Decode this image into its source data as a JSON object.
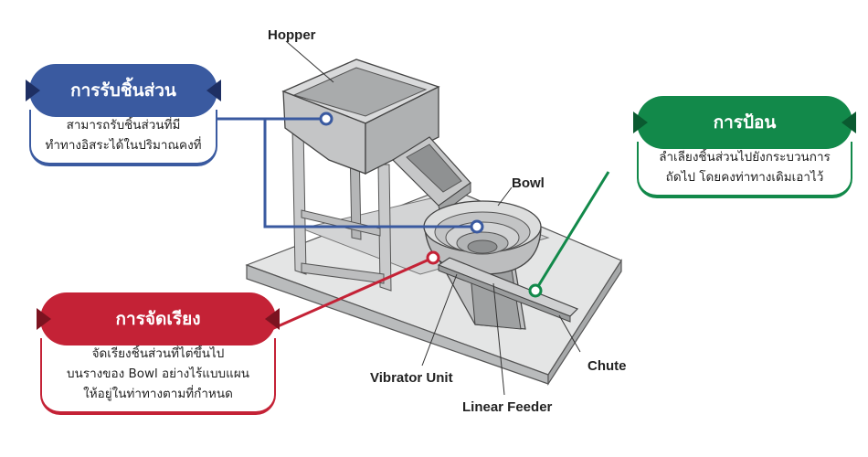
{
  "labels": {
    "hopper": "Hopper",
    "bowl": "Bowl",
    "chute": "Chute",
    "vibrator_unit": "Vibrator Unit",
    "linear_feeder": "Linear Feeder"
  },
  "callouts": {
    "receive": {
      "title": "การรับชิ้นส่วน",
      "desc": [
        "สามารถรับชิ้นส่วนที่มี",
        "ทำทางอิสระได้ในปริมาณคงที่"
      ],
      "color": "#3a5aa0"
    },
    "feed": {
      "title": "การป้อน",
      "desc": [
        "ลำเลียงชิ้นส่วนไปยังกระบวนการ",
        "ถัดไป โดยคงท่าทางเดิมเอาไว้"
      ],
      "color": "#12894a"
    },
    "align": {
      "title": "การจัดเรียง",
      "desc": [
        "จัดเรียงชิ้นส่วนที่ไต่ขึ้นไป",
        "บนรางของ Bowl อย่างไร้แบบแผน",
        "ให้อยู่ในท่าทางตามที่กำหนด"
      ],
      "color": "#c42236"
    }
  }
}
